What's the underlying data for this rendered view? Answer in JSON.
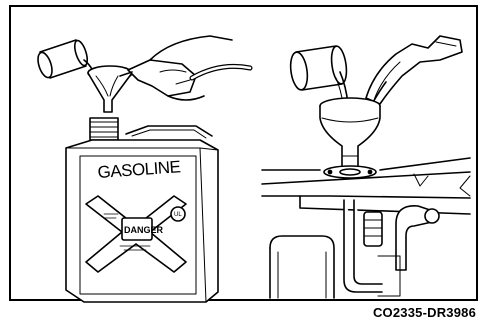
{
  "figure": {
    "code": "CO2335-DR3986",
    "can_label": "GASOLINE",
    "danger_label": "DANGER",
    "ul_mark": "UL"
  },
  "icons": {
    "left_scene": "gas-can-filling-illustration",
    "right_scene": "funnel-into-filler-neck-illustration"
  }
}
